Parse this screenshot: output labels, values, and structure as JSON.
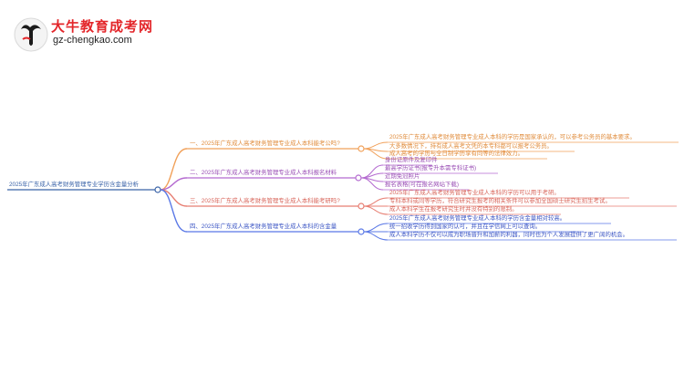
{
  "logo": {
    "title": "大牛教育成考网",
    "url": "gz-chengkao.com",
    "mark_text": "大牛"
  },
  "colors": {
    "root": "#3a63a8",
    "branch1": "#f1a15a",
    "branch2": "#b46ad0",
    "branch3": "#e77e72",
    "branch4": "#5a78e6"
  },
  "mindmap": {
    "root": "2025年广东成人高考财务管理专业学历含金量分析",
    "branches": [
      {
        "label": "一、2025年广东成人高考财务管理专业成人本科能考公吗?",
        "children": [
          "2025年广东成人高考财务管理专业成人本科的学历是国家承认的，可以参考公务员的基本要求。",
          "大多数情况下，持有成人高考文凭的本专科都可以报考公务员。",
          "成人高考的学历与全日制学历享有同等的法律效力。"
        ]
      },
      {
        "label": "二、2025年广东成人高考财务管理专业成人本科报名材料",
        "children": [
          "身份证原件及复印件",
          "最高学历证书(报专升本需专科证书)",
          "近期免冠照片",
          "报名表格(可在报名网站下载)"
        ]
      },
      {
        "label": "三、2025年广东成人高考财务管理专业成人本科能考研吗?",
        "children": [
          "2025年广东成人高考财务管理专业成人本科的学历可以用于考研。",
          "专科本科或同等学历，符合研究生报考的相关条件可以参加全国硕士研究生招生考试。",
          "成人本科学生在报考研究生时并没有特别的限制。"
        ]
      },
      {
        "label": "四、2025年广东成人高考财务管理专业成人本科的含金量",
        "children": [
          "2025年广东成人高考财务管理专业成人本科的学历含金量相对较高。",
          "统一招收学历得到国家的认可，并且在学信网上可以查询。",
          "成人本科学历不仅可以成为职场晋升和加薪的利器，同时也为个人发展提供了更广阔的机会。"
        ]
      }
    ]
  }
}
